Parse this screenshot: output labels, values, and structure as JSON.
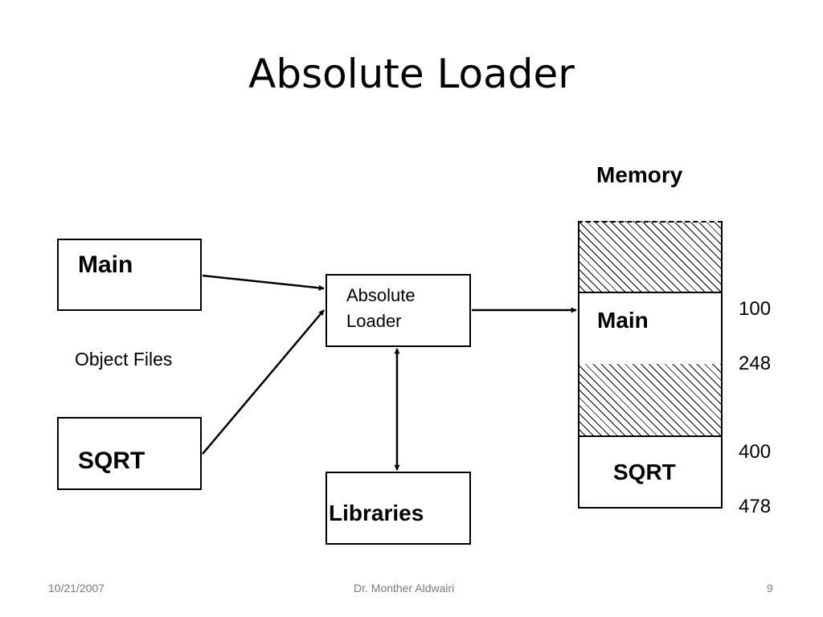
{
  "slide": {
    "title": "Absolute Loader"
  },
  "diagram": {
    "object_files_label": "Object Files",
    "main_box": "Main",
    "sqrt_box": "SQRT",
    "loader_line1": "Absolute",
    "loader_line2": "Loader",
    "libraries_box": "Libraries",
    "memory_title": "Memory",
    "memory_segments": {
      "main": "Main",
      "sqrt": "SQRT"
    },
    "addresses": [
      "100",
      "248",
      "400",
      "478"
    ]
  },
  "footer": {
    "date": "10/21/2007",
    "author": "Dr. Monther Aldwairi",
    "page": "9"
  }
}
